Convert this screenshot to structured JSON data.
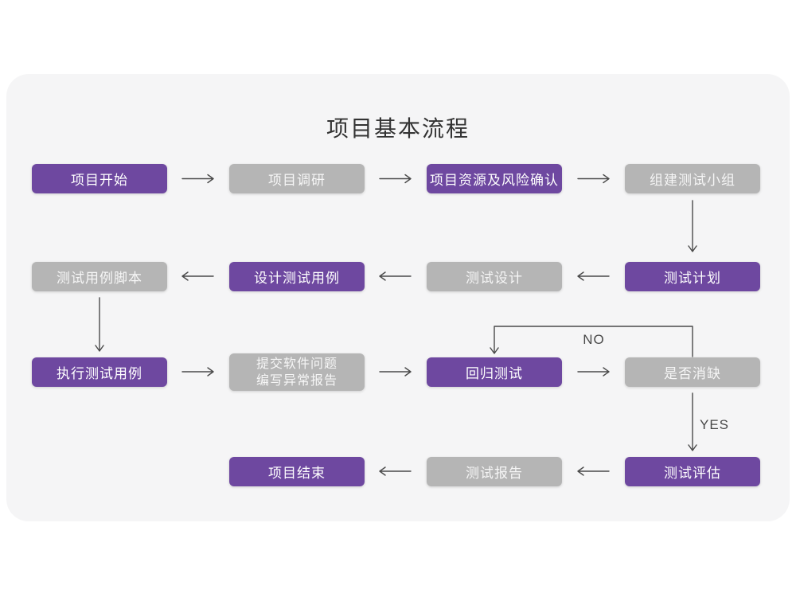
{
  "title": "项目基本流程",
  "colors": {
    "purple": "#6e48a0",
    "gray": "#b5b5b5",
    "card_bg": "#f5f5f6",
    "page_bg": "#ffffff",
    "line": "#4a4a4a",
    "text_dark": "#333333"
  },
  "flow": {
    "nodes": [
      {
        "id": "project-start",
        "label": "项目开始",
        "variant": "purple"
      },
      {
        "id": "project-research",
        "label": "项目调研",
        "variant": "gray"
      },
      {
        "id": "resources-risk-confirm",
        "label": "项目资源及风险确认",
        "variant": "purple"
      },
      {
        "id": "build-test-team",
        "label": "组建测试小组",
        "variant": "gray"
      },
      {
        "id": "test-case-script",
        "label": "测试用例脚本",
        "variant": "gray"
      },
      {
        "id": "design-test-case",
        "label": "设计测试用例",
        "variant": "purple"
      },
      {
        "id": "test-design",
        "label": "测试设计",
        "variant": "gray"
      },
      {
        "id": "test-plan",
        "label": "测试计划",
        "variant": "purple"
      },
      {
        "id": "execute-test-case",
        "label": "执行测试用例",
        "variant": "purple"
      },
      {
        "id": "submit-issues-report",
        "lines": [
          "提交软件问题",
          "编写异常报告"
        ],
        "variant": "gray"
      },
      {
        "id": "regression-test",
        "label": "回归测试",
        "variant": "purple"
      },
      {
        "id": "defect-cleared-decision",
        "label": "是否消缺",
        "variant": "gray"
      },
      {
        "id": "project-end",
        "label": "项目结束",
        "variant": "purple"
      },
      {
        "id": "test-report",
        "label": "测试报告",
        "variant": "gray"
      },
      {
        "id": "test-evaluation",
        "label": "测试评估",
        "variant": "purple"
      }
    ],
    "branch_labels": {
      "no": "NO",
      "yes": "YES"
    }
  }
}
